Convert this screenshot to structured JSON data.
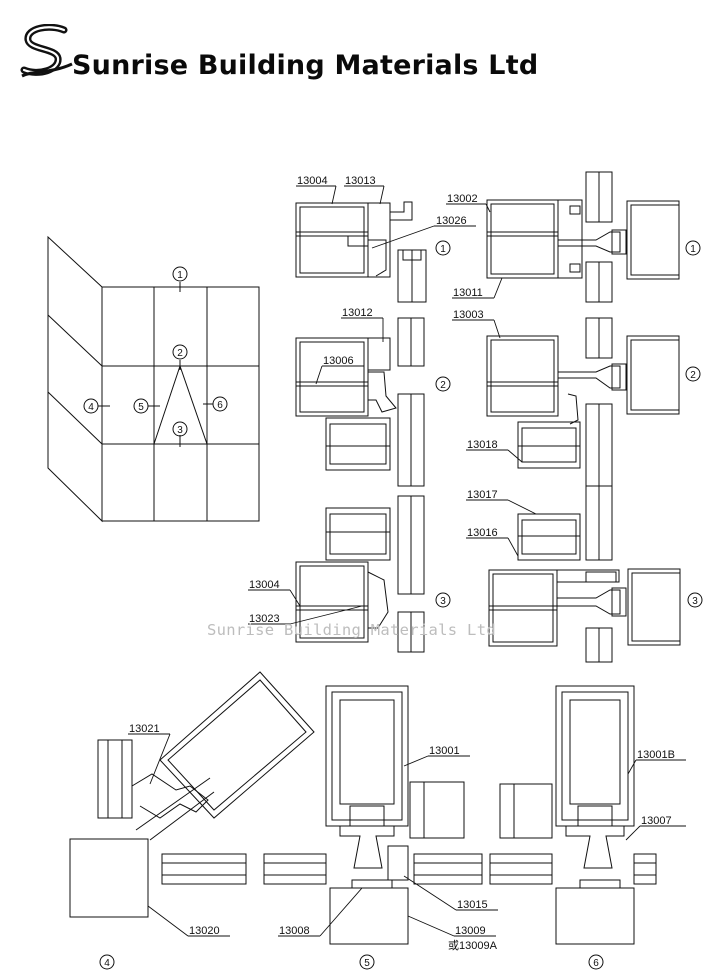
{
  "header": {
    "company_name": "Sunrise Building Materials Ltd",
    "logo_letter": "S"
  },
  "watermark": "Sunrise Building Materials Ltd",
  "part_labels": {
    "p13004a": "13004",
    "p13013": "13013",
    "p13026": "13026",
    "p13002": "13002",
    "p13011": "13011",
    "p13012": "13012",
    "p13006": "13006",
    "p13003": "13003",
    "p13018": "13018",
    "p13017": "13017",
    "p13016": "13016",
    "p13004b": "13004",
    "p13023": "13023",
    "p13021": "13021",
    "p13001": "13001",
    "p13001B": "13001B",
    "p13007": "13007",
    "p13020": "13020",
    "p13008": "13008",
    "p13015": "13015",
    "p13009": "13009",
    "p13009A": "或13009A"
  },
  "markers": {
    "one": "1",
    "two": "2",
    "three": "3",
    "four": "4",
    "five": "5",
    "six": "6"
  },
  "colors": {
    "line": "#111111",
    "watermark": "#bdbdbd"
  }
}
